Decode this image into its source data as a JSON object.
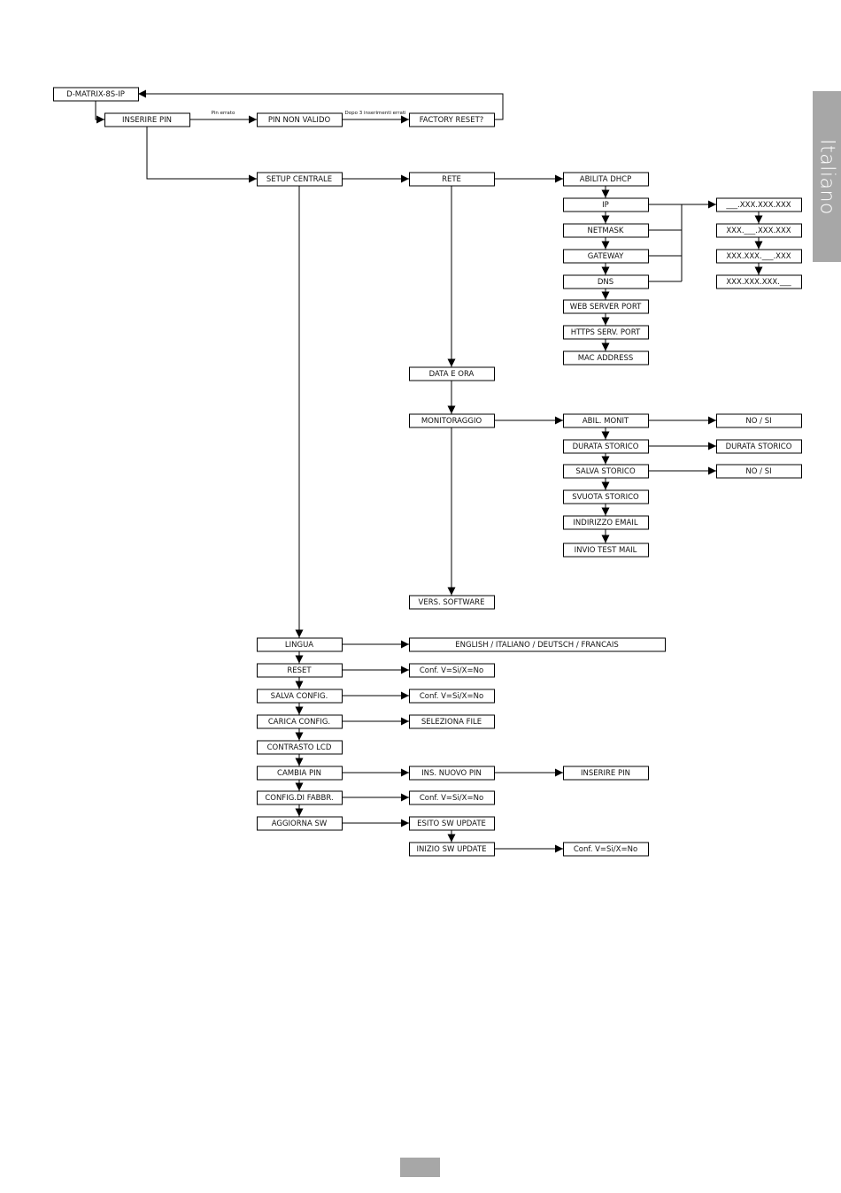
{
  "side_tab": {
    "label": "Italiano"
  },
  "nodes": {
    "device": "D-MATRIX-8S-IP",
    "enter_pin": "INSERIRE PIN",
    "pin_invalid": "PIN NON VALIDO",
    "factory_reset": "FACTORY RESET?",
    "setup": "SETUP CENTRALE",
    "network": "RETE",
    "dhcp": "ABILITA DHCP",
    "ip": "IP",
    "netmask": "NETMASK",
    "gateway": "GATEWAY",
    "dns": "DNS",
    "web_port": "WEB SERVER PORT",
    "https_port": "HTTPS SERV. PORT",
    "mac": "MAC ADDRESS",
    "octet1": "___.XXX.XXX.XXX",
    "octet2": "XXX.___.XXX.XXX",
    "octet3": "XXX.XXX.___.XXX",
    "octet4": "XXX.XXX.XXX.___",
    "datetime": "DATA E ORA",
    "monitoring": "MONITORAGGIO",
    "enable_monitor": "ABIL. MONIT",
    "history_duration": "DURATA STORICO",
    "save_history": "SALVA STORICO",
    "empty_history": "SVUOTA STORICO",
    "email": "INDIRIZZO EMAIL",
    "test_mail": "INVIO TEST MAIL",
    "monitor_no_si": "NO  /  SI",
    "history_duration_value": "DURATA STORICO",
    "save_no_si": "NO  /  SI",
    "sw_version": "VERS. SOFTWARE",
    "language": "LINGUA",
    "languages": "ENGLISH / ITALIANO / DEUTSCH / FRANCAIS",
    "reset": "RESET",
    "reset_confirm": "Conf. V=Si/X=No",
    "save_config": "SALVA CONFIG.",
    "save_confirm": "Conf. V=Si/X=No",
    "load_config": "CARICA CONFIG.",
    "select_file": "SELEZIONA FILE",
    "lcd_contrast": "CONTRASTO LCD",
    "change_pin": "CAMBIA PIN",
    "new_pin": "INS. NUOVO PIN",
    "enter_pin_2": "INSERIRE PIN",
    "factory_config": "CONFIG.DI FABBR.",
    "factory_confirm": "Conf. V=Si/X=No",
    "update_sw": "AGGIORNA SW",
    "update_result": "ESITO SW UPDATE",
    "update_start": "INIZIO SW UPDATE",
    "update_confirm": "Conf. V=Si/X=No"
  },
  "edge_labels": {
    "wrong_pin": "Pin errato",
    "after_three": "Dopo 3 inserimenti errati"
  }
}
